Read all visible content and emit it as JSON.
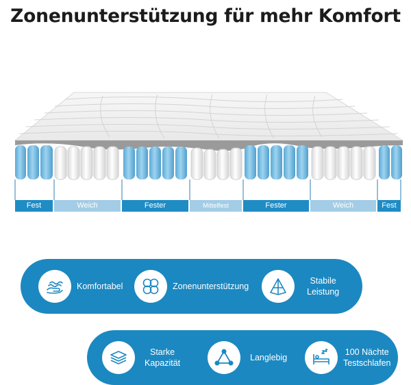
{
  "headline": "Zonenunterstützung für mehr Komfort",
  "zones": [
    {
      "label": "Fest",
      "type": "firm"
    },
    {
      "label": "Weich",
      "type": "soft"
    },
    {
      "label": "Fester",
      "type": "firm"
    },
    {
      "label": "Mittelfest",
      "type": "soft"
    },
    {
      "label": "Fester",
      "type": "firm"
    },
    {
      "label": "Weich",
      "type": "soft"
    },
    {
      "label": "Fest",
      "type": "firm"
    }
  ],
  "features_row1": [
    {
      "label": "Komfortabel",
      "icon": "hand-fabric-icon"
    },
    {
      "label": "Zonenunterstützung",
      "icon": "clover-icon"
    },
    {
      "label": "Stabile\nLeistung",
      "icon": "pyramid-icon"
    }
  ],
  "features_row2": [
    {
      "label": "Starke\nKapazität",
      "icon": "layers-icon"
    },
    {
      "label": "Langlebig",
      "icon": "triangle-nodes-icon"
    },
    {
      "label": "100 Nächte\nTestschlafen",
      "icon": "sleeping-bed-icon"
    }
  ],
  "colors": {
    "firm": "#1f8cc4",
    "soft": "#a3cde6",
    "pill": "#1b88c1",
    "spring_blue": "#7cc0e6",
    "spring_white": "#f4f4f4"
  }
}
